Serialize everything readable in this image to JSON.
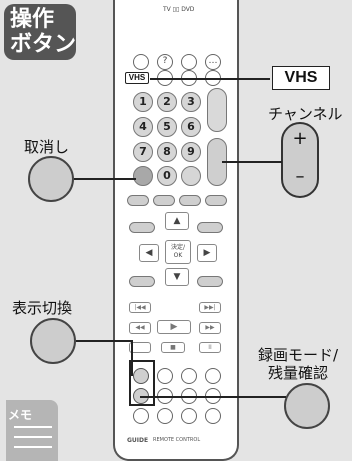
{
  "badge": {
    "line1": "操作",
    "line2": "ボタン"
  },
  "remote": {
    "tv_dvd": "TV ▯▯ DVD",
    "vhs_button": "VHS",
    "numbers": [
      "1",
      "2",
      "3",
      "4",
      "5",
      "6",
      "7",
      "8",
      "9",
      "0"
    ],
    "enter_ok": "決定/\nOK",
    "brand": "REMOTE CONTROL",
    "logo": "GUIDE",
    "skip_back": "|◀◀",
    "skip_fwd": "▶▶|",
    "rew": "◀◀",
    "play": "▶",
    "ff": "▶▶",
    "stop": "■",
    "pause": "II"
  },
  "callouts": {
    "vhs": "VHS",
    "channel": "チャンネル",
    "channel_up": "+",
    "channel_down": "–",
    "cancel": "取消し",
    "display_switch": "表示切換",
    "rec_mode_line1": "録画モード/",
    "rec_mode_line2": "残量確認",
    "memo": "メモ"
  }
}
